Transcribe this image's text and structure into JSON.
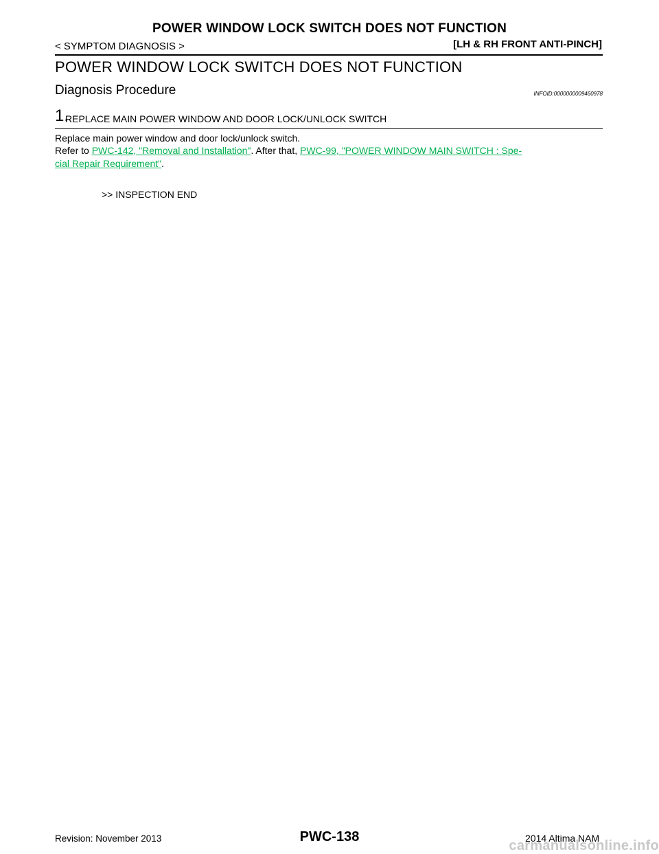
{
  "header": {
    "title": "POWER WINDOW LOCK SWITCH DOES NOT FUNCTION",
    "section": "< SYMPTOM DIAGNOSIS >",
    "variant": "[LH & RH FRONT ANTI-PINCH]"
  },
  "content": {
    "title": "POWER WINDOW LOCK SWITCH DOES NOT FUNCTION",
    "subtitle": "Diagnosis Procedure",
    "infoid": "INFOID:0000000009460978",
    "step": {
      "number": "1.",
      "title": "REPLACE MAIN POWER WINDOW AND DOOR LOCK/UNLOCK SWITCH"
    },
    "line1": "Replace main power window and door lock/unlock switch.",
    "line2_prefix": "Refer to ",
    "link1": "PWC-142, \"Removal and Installation\"",
    "line2_mid": ". After that, ",
    "link2_part1": "PWC-99, \"POWER WINDOW MAIN SWITCH : Spe-",
    "link2_part2": "cial Repair Requirement\"",
    "line3_suffix": ".",
    "result": ">> INSPECTION END"
  },
  "footer": {
    "revision": "Revision: November 2013",
    "page": "PWC-138",
    "model": "2014 Altima NAM",
    "watermark": "carmanualsonline.info"
  }
}
